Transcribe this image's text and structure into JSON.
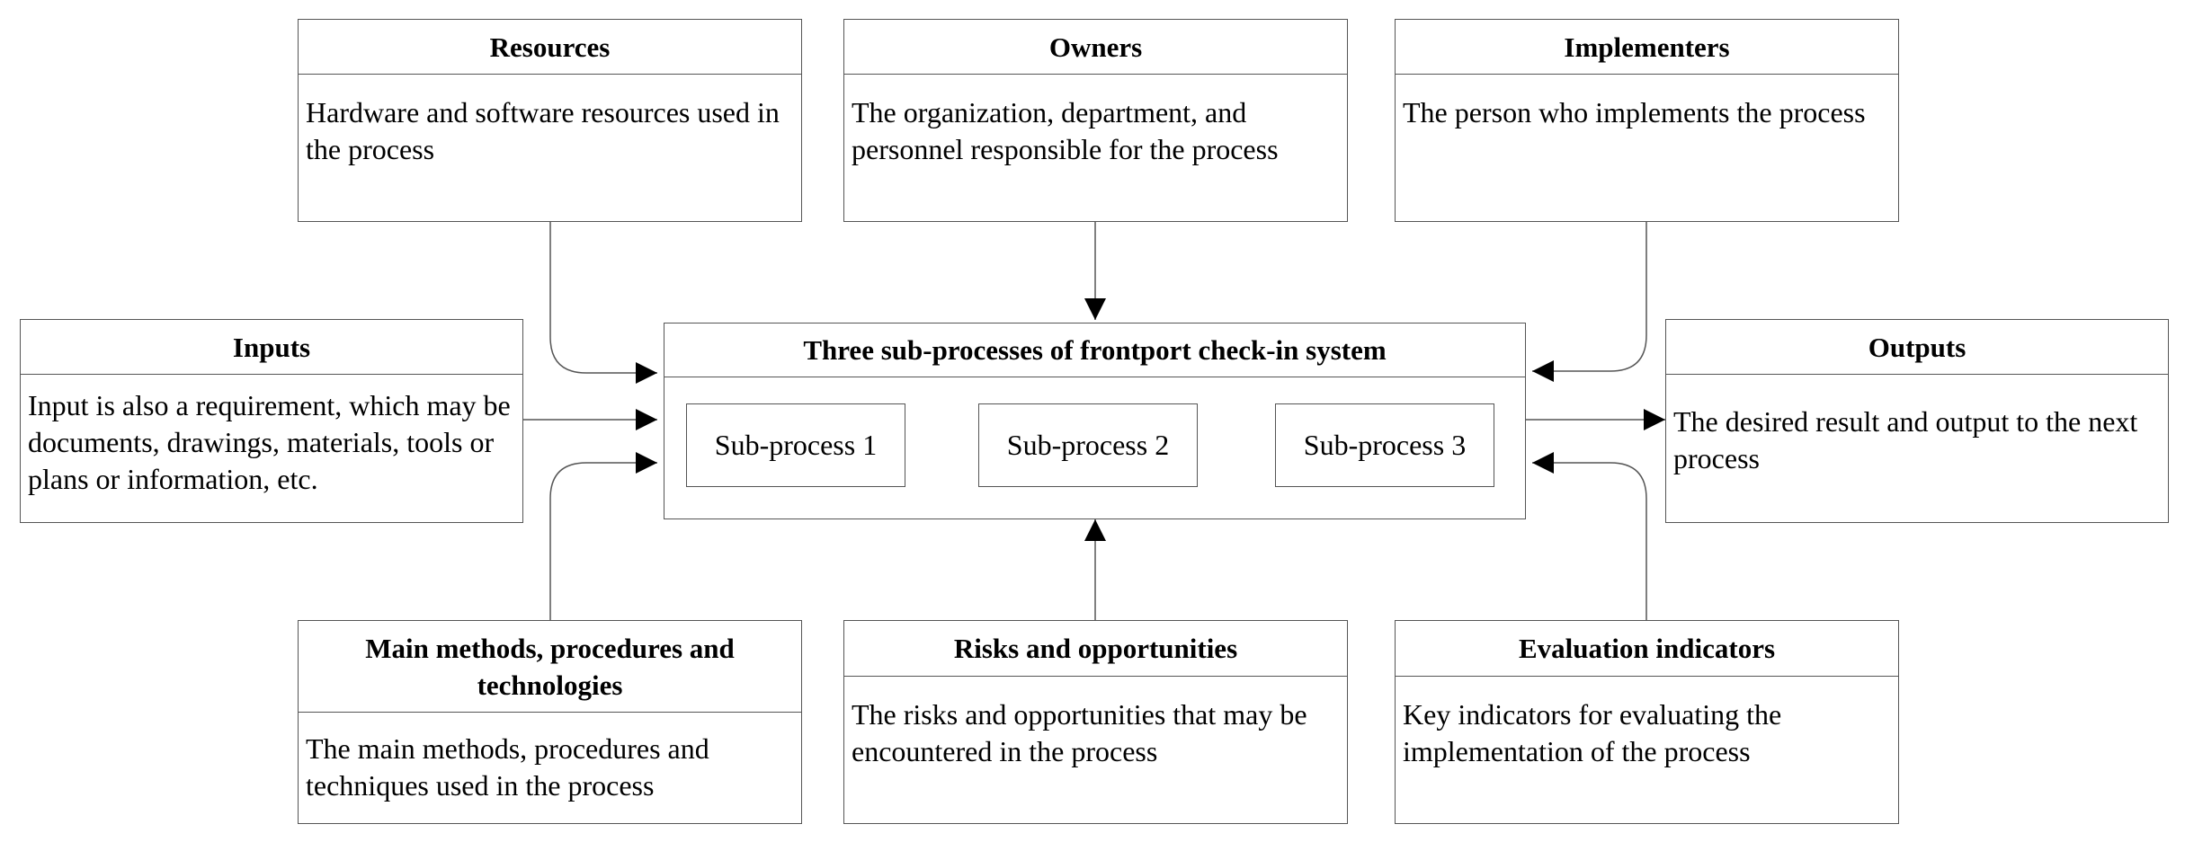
{
  "boxes": {
    "resources": {
      "title": "Resources",
      "text": "Hardware and software resources used in the process"
    },
    "owners": {
      "title": "Owners",
      "text": "The organization, department, and personnel responsible for the process"
    },
    "implementers": {
      "title": "Implementers",
      "text": "The person who implements the process"
    },
    "inputs": {
      "title": "Inputs",
      "text": "Input is also a requirement, which may be documents, drawings, materials, tools or plans or information, etc."
    },
    "outputs": {
      "title": "Outputs",
      "text": "The desired result and output to the next process"
    },
    "methods": {
      "title": "Main methods, procedures and technologies",
      "text": "The main methods, procedures and techniques used in the process"
    },
    "risks": {
      "title": "Risks and opportunities",
      "text": "The risks and opportunities that may be encountered in the process"
    },
    "indicators": {
      "title": "Evaluation indicators",
      "text": "Key indicators for evaluating the implementation of the process"
    }
  },
  "center": {
    "title": "Three sub-processes of frontport check-in system",
    "subprocesses": [
      "Sub-process 1",
      "Sub-process 2",
      "Sub-process 3"
    ]
  },
  "colors": {
    "line": "#555555",
    "arrow": "#000000"
  }
}
